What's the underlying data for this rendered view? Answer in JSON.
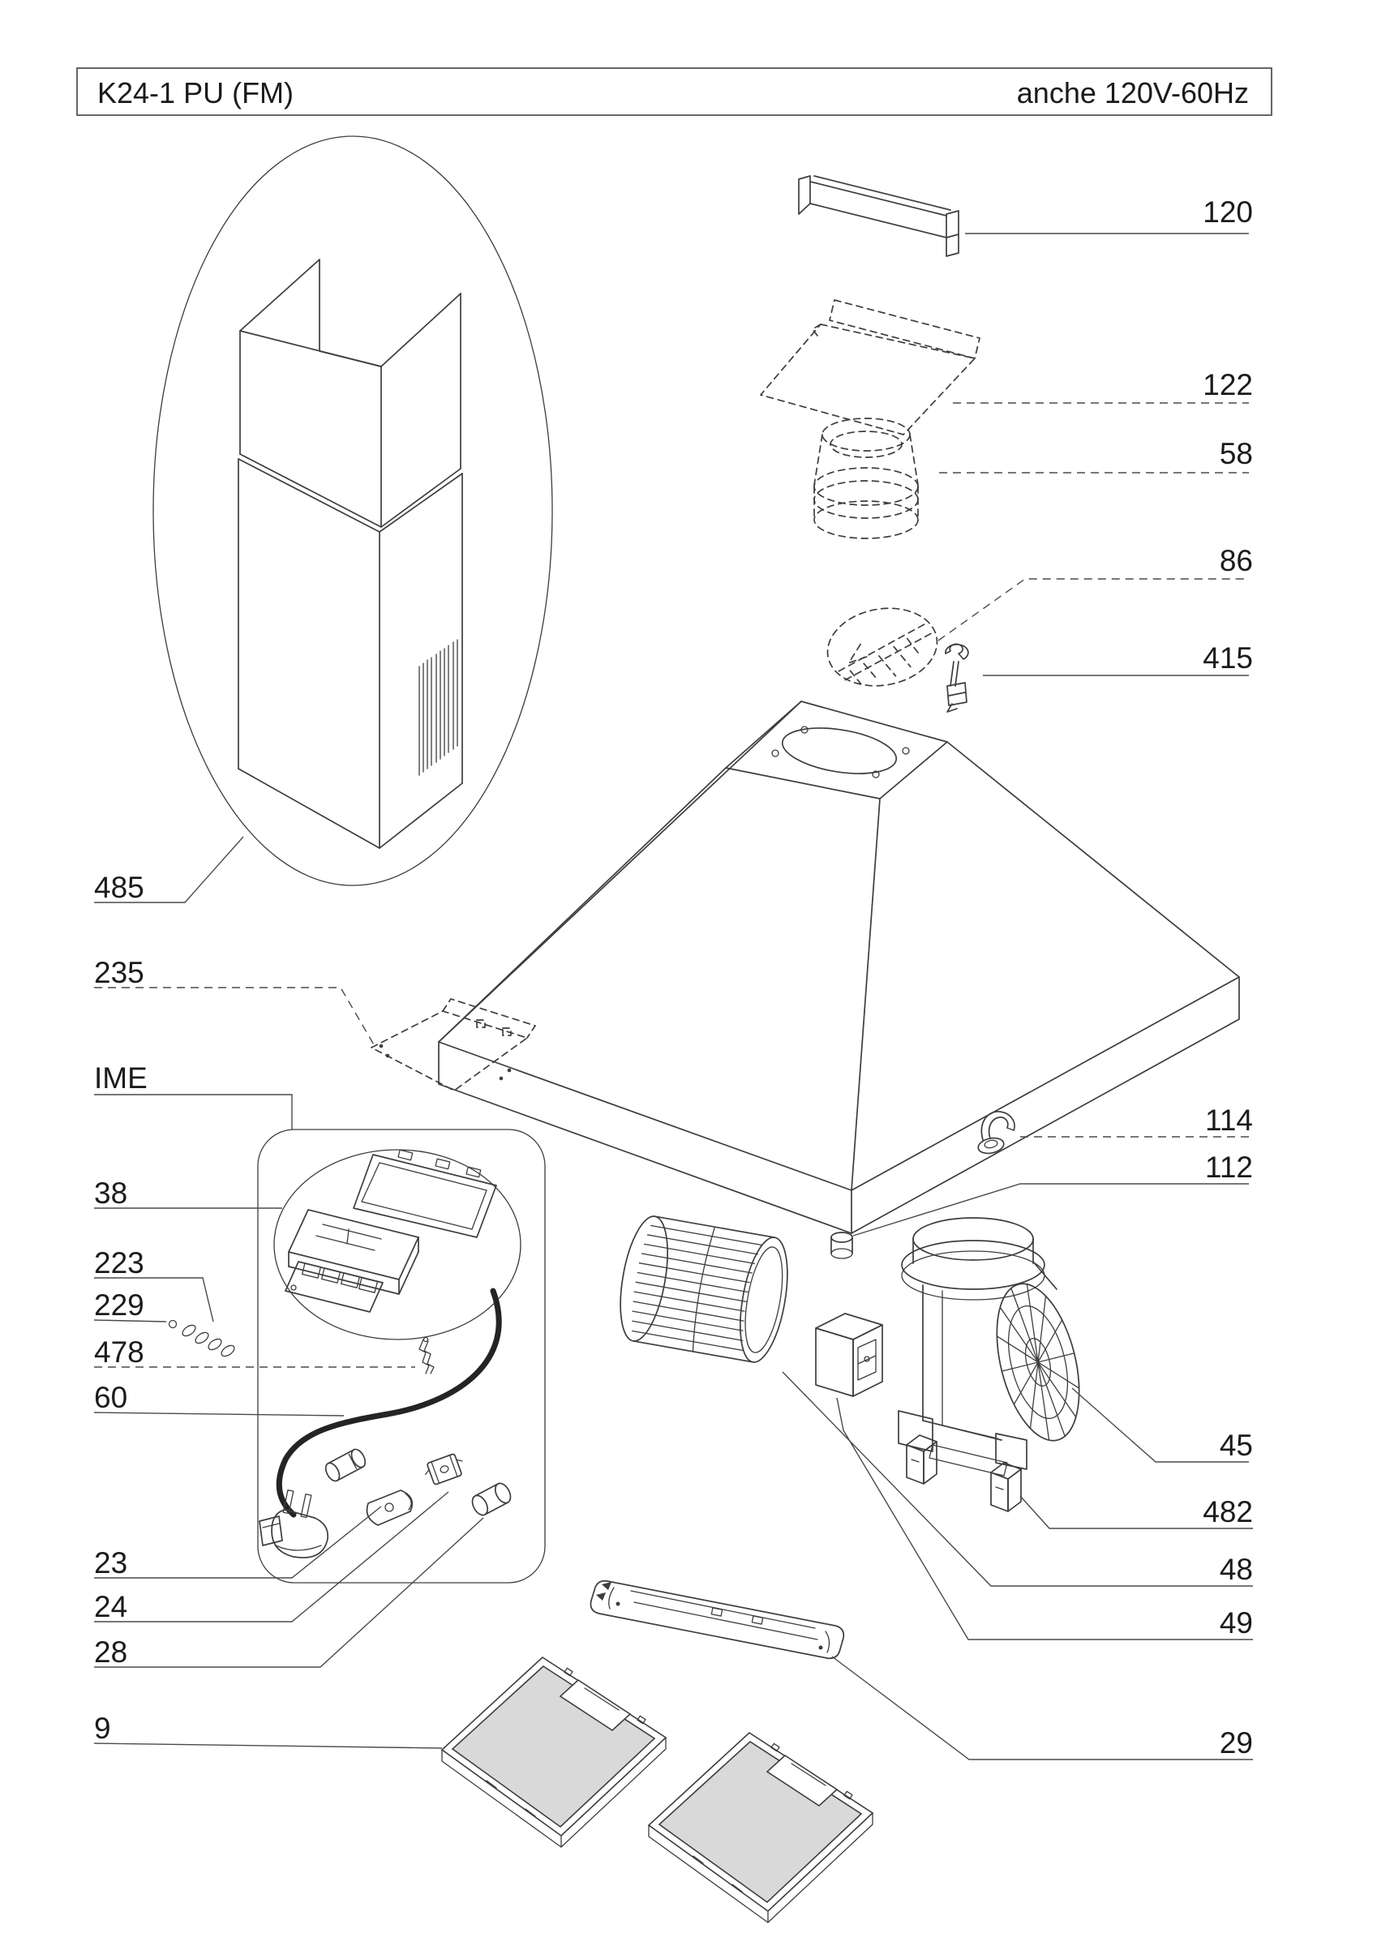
{
  "title": {
    "model": "K24-1 PU  (FM)",
    "voltage": "anche 120V-60Hz"
  },
  "labels": {
    "p120": "120",
    "p122": "122",
    "p58": "58",
    "p86": "86",
    "p415": "415",
    "p485": "485",
    "p235": "235",
    "ime": "IME",
    "p38": "38",
    "p223": "223",
    "p229": "229",
    "p478": "478",
    "p60": "60",
    "p23": "23",
    "p24": "24",
    "p28": "28",
    "p9": "9",
    "p114": "114",
    "p112": "112",
    "p45": "45",
    "p482": "482",
    "p48": "48",
    "p49": "49",
    "p29": "29"
  },
  "colors": {
    "line": "#3d3d3d",
    "leader": "#4a4a4a",
    "filter_mesh": "#d9d9d9",
    "cable": "#242424",
    "background": "#ffffff"
  }
}
